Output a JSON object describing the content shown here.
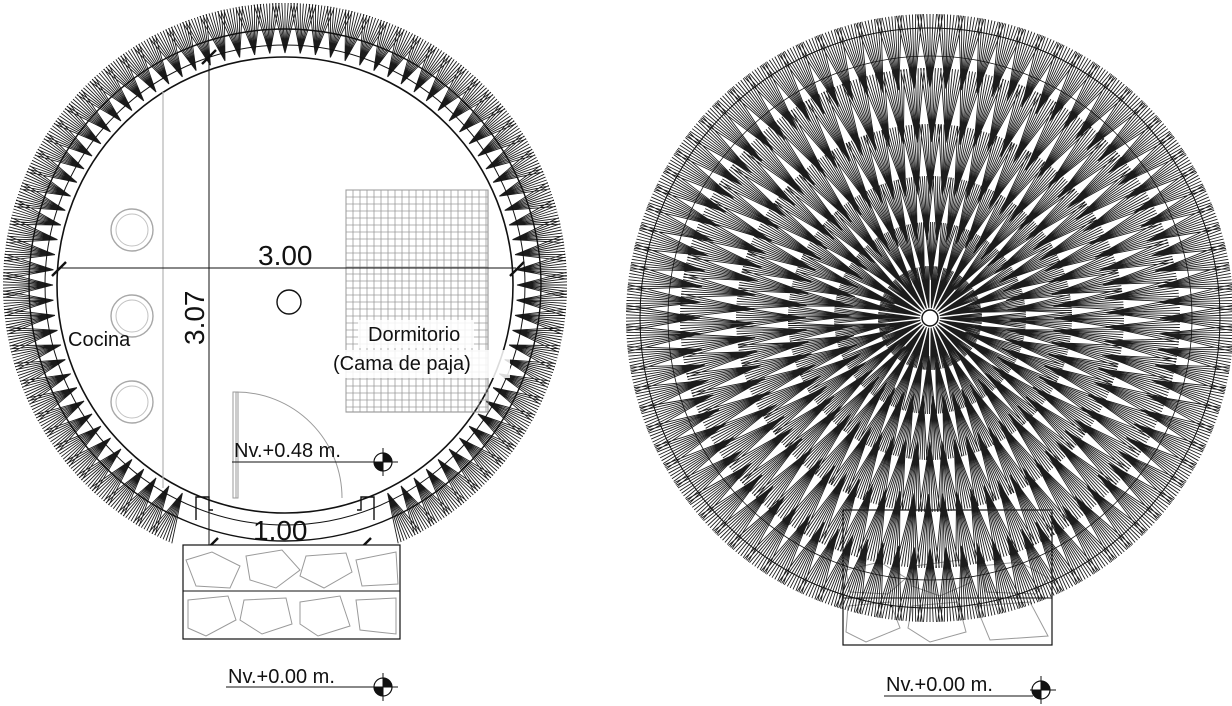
{
  "plan": {
    "dimensions": {
      "width_label": "3.00",
      "depth_label": "3.07",
      "door_label": "1.00"
    },
    "rooms": {
      "kitchen": "Cocina",
      "bedroom_title": "Dormitorio",
      "bedroom_subtitle": "(Cama de paja)"
    },
    "levels": {
      "interior": "Nv.+0.48 m.",
      "exterior": "Nv.+0.00 m."
    }
  },
  "roof": {
    "levels": {
      "exterior": "Nv.+0.00 m."
    }
  },
  "colors": {
    "line": "#111111",
    "hatch": "#222222",
    "light_line": "#9a9a9a",
    "paper": "#ffffff"
  }
}
